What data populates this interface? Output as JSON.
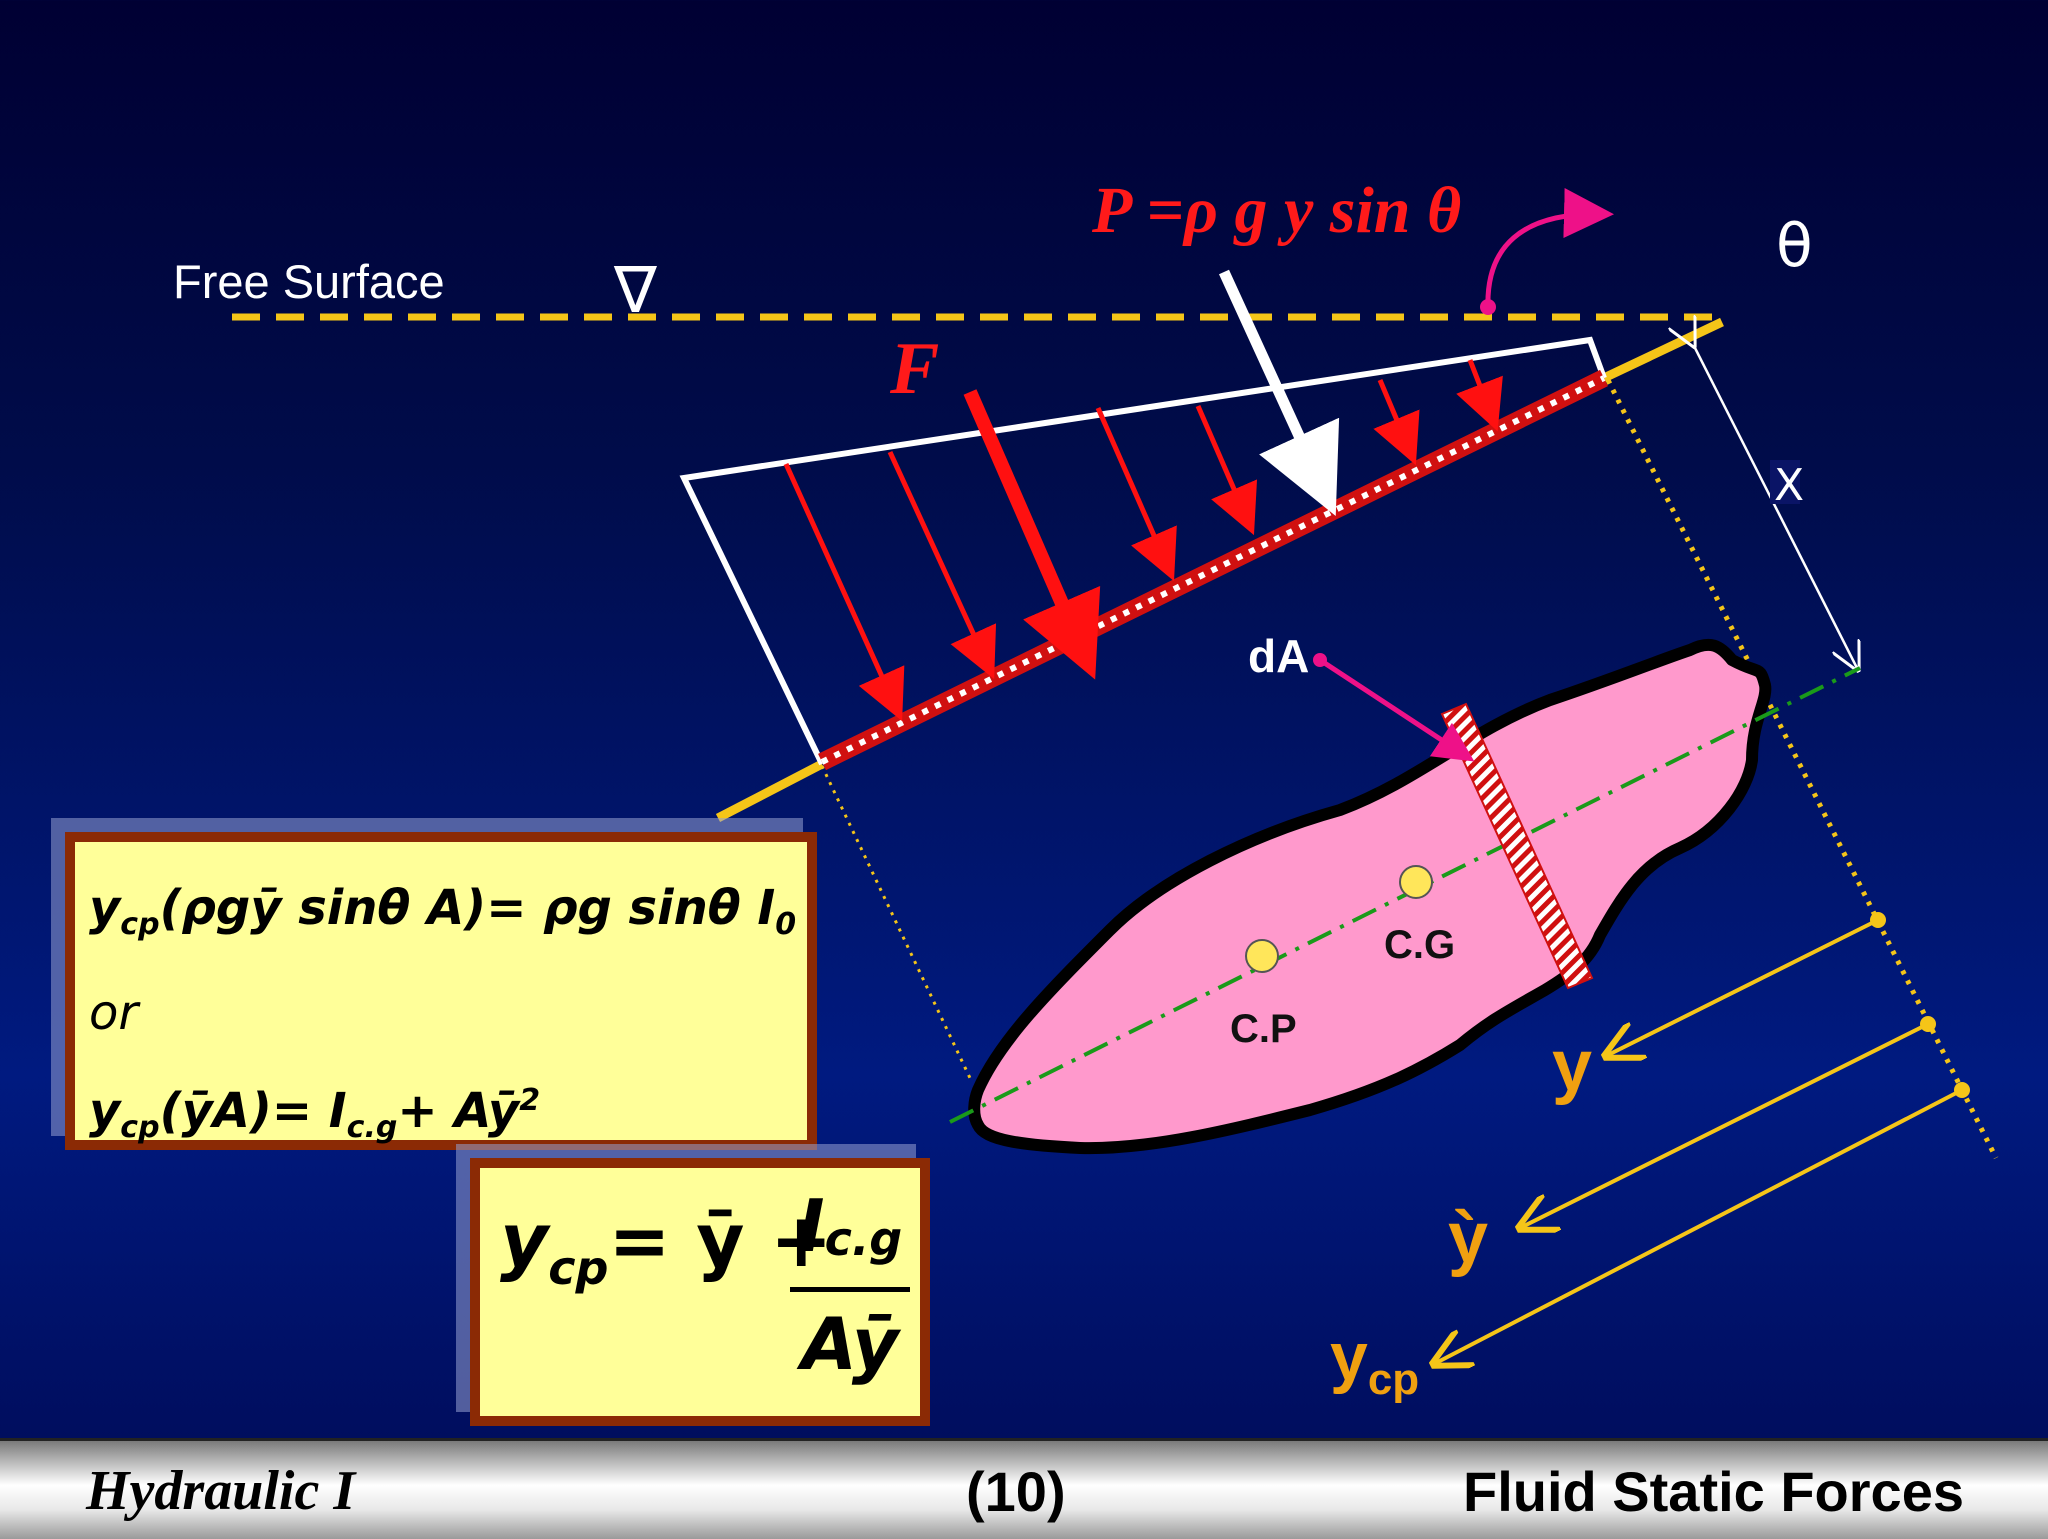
{
  "diagram": {
    "free_surface_label": "Free Surface",
    "surface_symbol": "∇",
    "pressure_formula": "P =ρ g y sin θ",
    "theta_label": "θ",
    "force_label": "F",
    "x_label": "X",
    "da_label": "dA",
    "cg_label": "C.G",
    "cp_label": "C.P",
    "y_label": "y",
    "ybar_label": "ỳ",
    "ycp_label": "y",
    "ycp_sub": "cp"
  },
  "equations": {
    "eq1": {
      "ycp": "y",
      "ycp_sub": "cp",
      "paren1": "(ρgȳ sinθ A)",
      "equals": "= ρg sinθ I",
      "i_sub": "0"
    },
    "or_label": "or",
    "eq2": {
      "ycp": "y",
      "ycp_sub": "cp",
      "paren": "(ȳA)",
      "equals": "= I",
      "ic_sub": "c.g",
      "plus": "+ Aȳ",
      "sq": "2"
    },
    "eq3": {
      "ycp": "y",
      "ycp_sub": "cp",
      "rhs": "= ȳ +",
      "num": "I",
      "num_sub": "c.g",
      "den": "Aȳ"
    }
  },
  "footer": {
    "left": "Hydraulic I",
    "center": "(10)",
    "right": "Fluid Static Forces"
  },
  "colors": {
    "free_surface": "#f5c518",
    "arrows": "#ff1010",
    "body": "#ff99cc",
    "orange_text": "#f0a010",
    "equation_bg": "#ffff99",
    "equation_border": "#8b2a05"
  }
}
